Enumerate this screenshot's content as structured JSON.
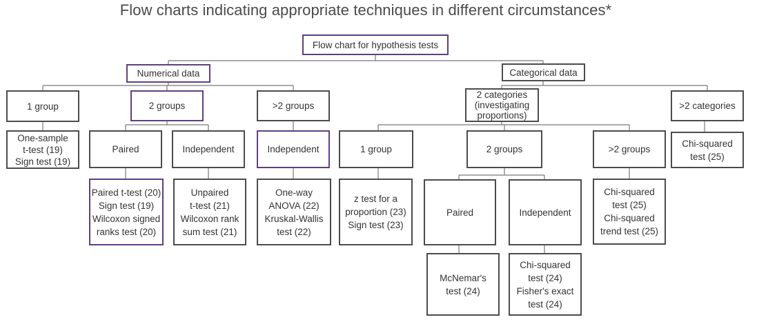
{
  "title": "Flow charts indicating appropriate techniques in different circumstances*",
  "nodes": {
    "root": "Flow chart for hypothesis tests",
    "numerical": "Numerical data",
    "categorical": "Categorical data",
    "num_1group": "1 group",
    "num_2groups": "2 groups",
    "num_gt2groups": ">2 groups",
    "cat_2cat": [
      "2 categories",
      "(investigating",
      "proportions)"
    ],
    "cat_gt2cat": ">2 categories",
    "one_sample": [
      "One-sample",
      "t-test (19)",
      "Sign test (19)"
    ],
    "paired": "Paired",
    "independent": "Independent",
    "independent_gt2": "Independent",
    "paired_tests": [
      "Paired t-test (20)",
      "Sign test (19)",
      "Wilcoxon signed",
      "ranks test (20)"
    ],
    "unpaired_tests": [
      "Unpaired",
      "t-test (21)",
      "Wilcoxon rank",
      "sum test (21)"
    ],
    "anova_tests": [
      "One-way",
      "ANOVA (22)",
      "Kruskal-Wallis",
      "test (22)"
    ],
    "cat_1group": "1 group",
    "cat_2groups": "2 groups",
    "cat_gt2groups": ">2 groups",
    "chi_gt2cat": [
      "Chi-squared",
      "test (25)"
    ],
    "z_tests": [
      "z test for a",
      "proportion (23)",
      "Sign test (23)"
    ],
    "cat_paired": "Paired",
    "cat_independent": "Independent",
    "chi_trend": [
      "Chi-squared",
      "test (25)",
      "Chi-squared",
      "trend test (25)"
    ],
    "mcnemar": [
      "McNemar's",
      "test (24)"
    ],
    "chi_fisher": [
      "Chi-squared",
      "test (24)",
      "Fisher's exact",
      "test (24)"
    ]
  }
}
